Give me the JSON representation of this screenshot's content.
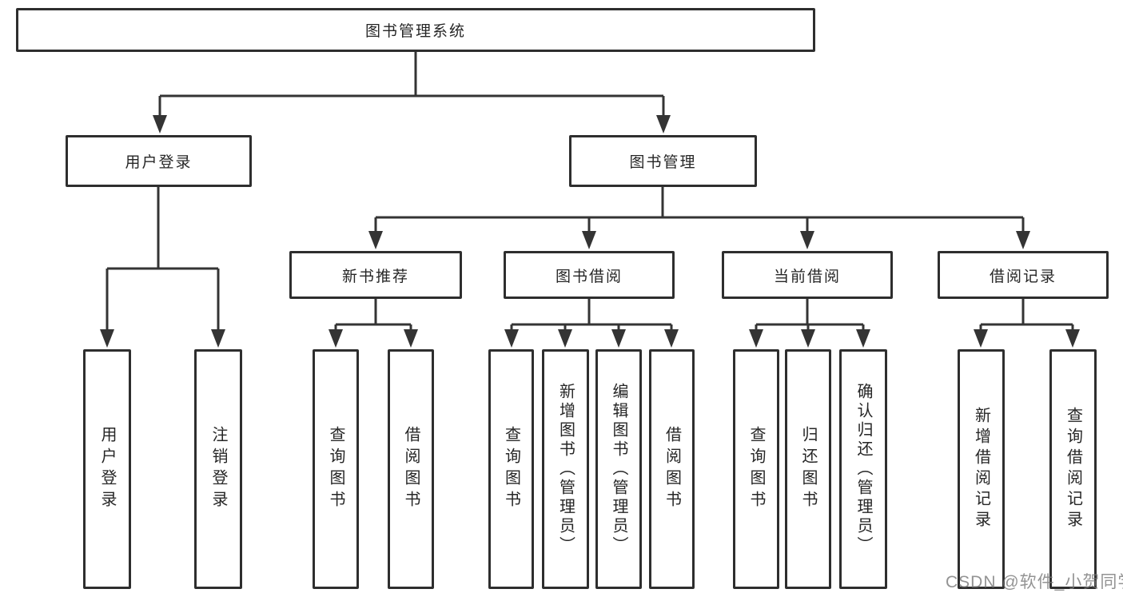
{
  "diagram_title": "图书管理系统",
  "nodes": {
    "root": {
      "label": "图书管理系统"
    },
    "level2": [
      {
        "label": "用户登录"
      },
      {
        "label": "图书管理"
      }
    ],
    "level3": [
      {
        "label": "新书推荐",
        "parent": "图书管理"
      },
      {
        "label": "图书借阅",
        "parent": "图书管理"
      },
      {
        "label": "当前借阅",
        "parent": "图书管理"
      },
      {
        "label": "借阅记录",
        "parent": "图书管理"
      }
    ],
    "leaves": [
      {
        "label": "用户登录",
        "parent": "用户登录"
      },
      {
        "label": "注销登录",
        "parent": "用户登录"
      },
      {
        "label": "查询图书",
        "parent": "新书推荐"
      },
      {
        "label": "借阅图书",
        "parent": "新书推荐"
      },
      {
        "label": "查询图书",
        "parent": "图书借阅"
      },
      {
        "label": "新增图书（管理员）",
        "parent": "图书借阅"
      },
      {
        "label": "编辑图书（管理员）",
        "parent": "图书借阅"
      },
      {
        "label": "借阅图书",
        "parent": "图书借阅"
      },
      {
        "label": "查询图书",
        "parent": "当前借阅"
      },
      {
        "label": "归还图书",
        "parent": "当前借阅"
      },
      {
        "label": "确认归还（管理员）",
        "parent": "当前借阅"
      },
      {
        "label": "新增借阅记录",
        "parent": "借阅记录"
      },
      {
        "label": "查询借阅记录",
        "parent": "借阅记录"
      }
    ]
  },
  "watermark": "CSDN @软件_小贺同学",
  "colors": {
    "line": "#343434",
    "box_border": "#2e2e2e",
    "text": "#262626",
    "watermark": "#8f8f8f",
    "background": "#ffffff"
  }
}
